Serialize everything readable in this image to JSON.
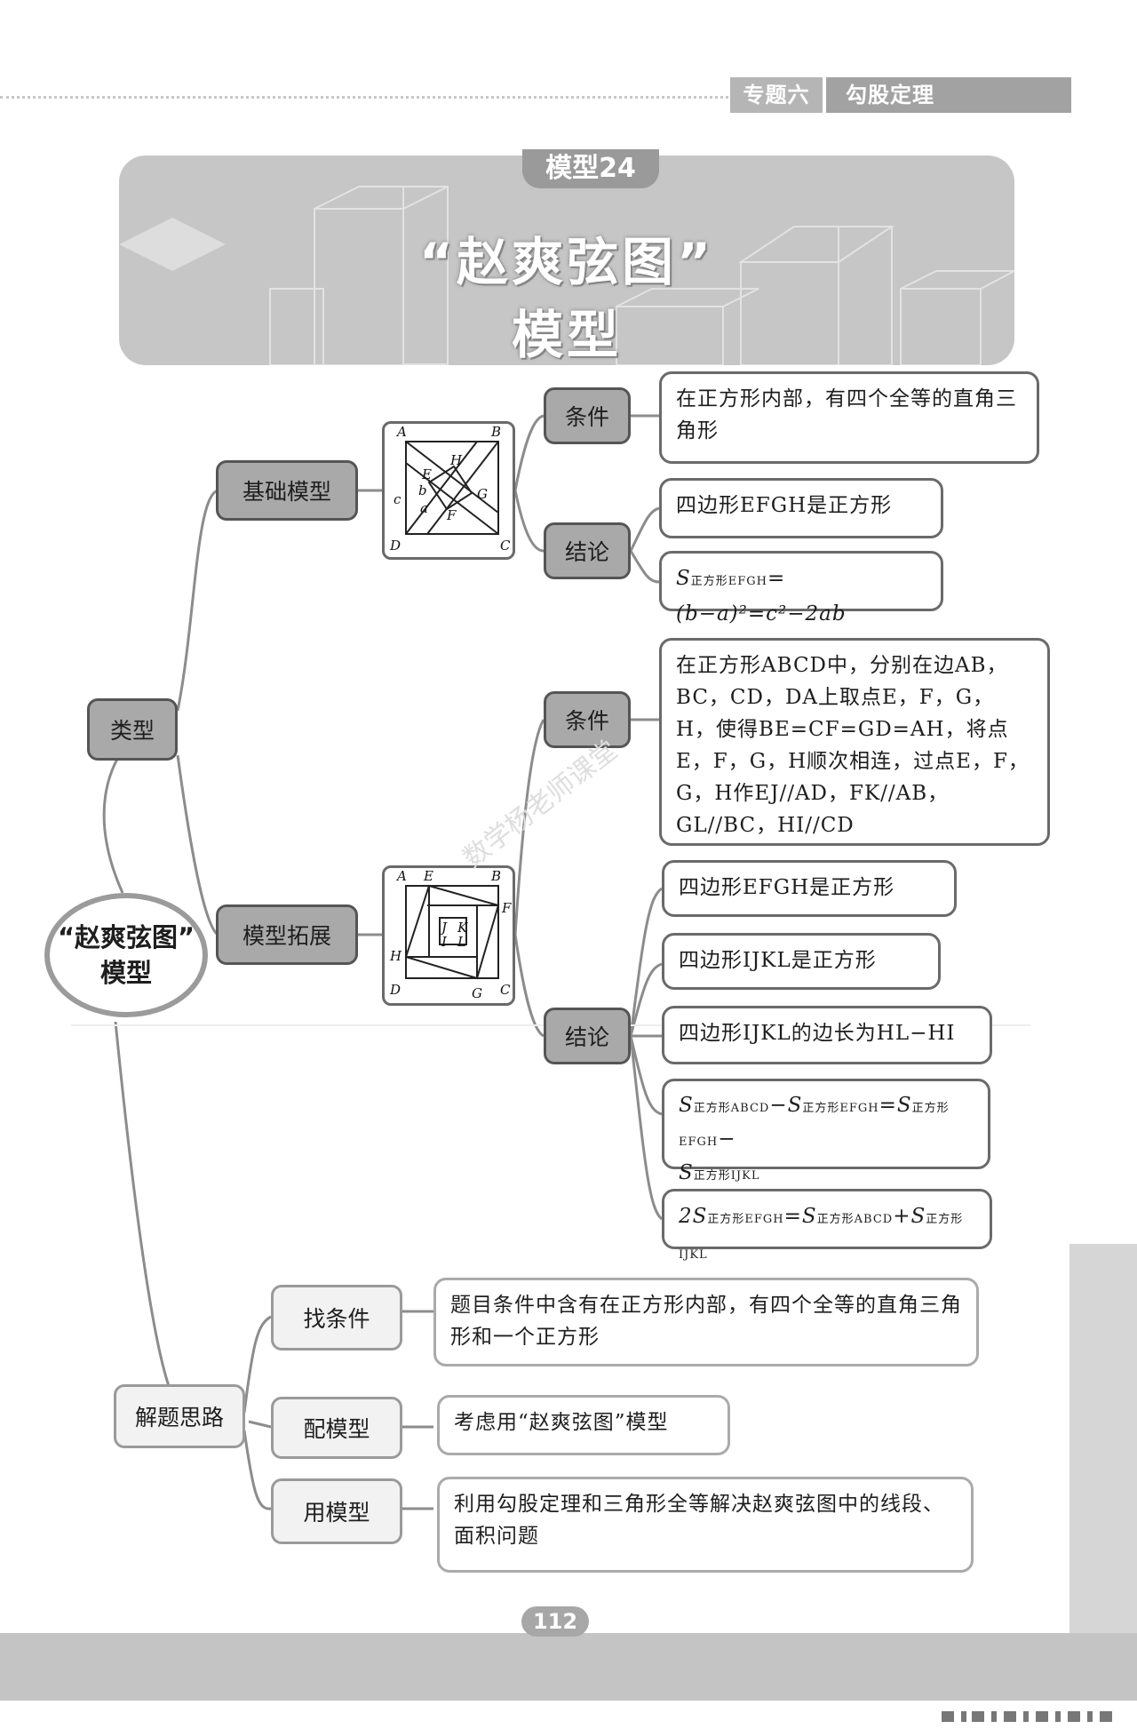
{
  "header": {
    "chapter": "专题六",
    "chapter_title": "勾股定理",
    "model_tag": "模型24",
    "title_line1": "“赵爽弦图”",
    "title_line2": "模型"
  },
  "root": {
    "line1": "“赵爽弦图”",
    "line2": "模型"
  },
  "types": {
    "label": "类型",
    "basic": {
      "label": "基础模型",
      "condition_label": "条件",
      "condition_text": "在正方形内部，有四个全等的直角三角形",
      "conclusion_label": "结论",
      "conclusion_1": "四边形EFGH是正方形",
      "conclusion_2_main": "S",
      "conclusion_2_sub": "正方形EFGH",
      "conclusion_2_rest": "=(b−a)²=c²−2ab",
      "diagram_labels": {
        "A": "A",
        "B": "B",
        "C": "C",
        "D": "D",
        "E": "E",
        "F": "F",
        "G": "G",
        "H": "H",
        "a": "a",
        "b": "b",
        "c": "c"
      }
    },
    "extended": {
      "label": "模型拓展",
      "condition_label": "条件",
      "condition_text": "在正方形ABCD中，分别在边AB，BC，CD，DA上取点E，F，G，H，使得BE=CF=GD=AH，将点E，F，G，H顺次相连，过点E，F，G，H作EJ//AD，FK//AB，GL//BC，HI//CD",
      "conclusion_label": "结论",
      "conclusion_1": "四边形EFGH是正方形",
      "conclusion_2": "四边形IJKL是正方形",
      "conclusion_3": "四边形IJKL的边长为HL−HI",
      "c4_s1": "S",
      "c4_sub1": "正方形ABCD",
      "c4_op1": "−S",
      "c4_sub2": "正方形EFGH",
      "c4_op2": "=S",
      "c4_sub3": "正方形EFGH",
      "c4_op3": "−",
      "c4_s2": "S",
      "c4_sub4": "正方形IJKL",
      "c5_s1": "2S",
      "c5_sub1": "正方形EFGH",
      "c5_op1": "=S",
      "c5_sub2": "正方形ABCD",
      "c5_op2": "+S",
      "c5_sub3": "正方形IJKL",
      "diagram_labels": {
        "A": "A",
        "B": "B",
        "C": "C",
        "D": "D",
        "E": "E",
        "F": "F",
        "G": "G",
        "H": "H",
        "I": "I",
        "J": "J",
        "K": "K",
        "L": "L"
      }
    }
  },
  "approach": {
    "label": "解题思路",
    "steps": [
      {
        "label": "找条件",
        "text": "题目条件中含有在正方形内部，有四个全等的直角三角形和一个正方形"
      },
      {
        "label": "配模型",
        "text": "考虑用“赵爽弦图”模型"
      },
      {
        "label": "用模型",
        "text": "利用勾股定理和三角形全等解决赵爽弦图中的线段、面积问题"
      }
    ]
  },
  "watermark": "数学杨老师课堂",
  "page_number": "112",
  "colors": {
    "dark_node": "#a9a9a9",
    "light_node": "#f2f2f2",
    "banner": "#c6c6c6"
  }
}
